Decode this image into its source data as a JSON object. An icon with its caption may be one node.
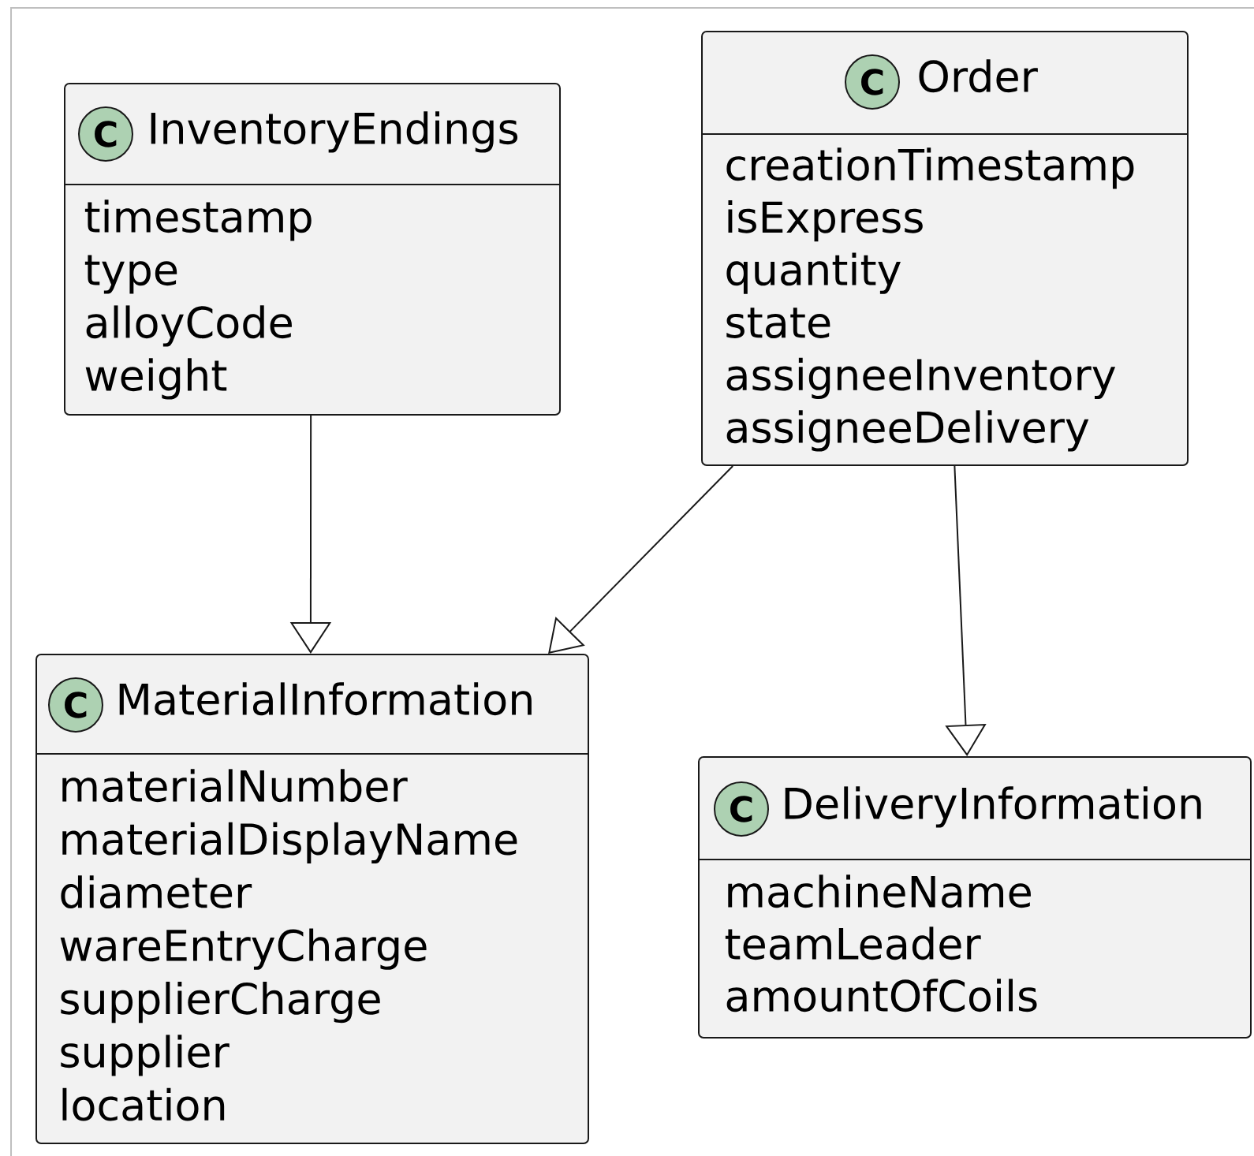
{
  "diagram": {
    "nodes": [
      {
        "text": [
          "C",
          "InventoryEndings",
          "timestamp",
          "type",
          "alloyCode",
          "weight"
        ]
      },
      {
        "text": [
          "C",
          "Order",
          "creationTimestamp",
          "isExpress",
          "quantity",
          "state",
          "assigneeInventory",
          "assigneeDelivery"
        ]
      },
      {
        "text": [
          "C",
          "MaterialInformation",
          "materialNumber",
          "materialDisplayName",
          "diameter",
          "wareEntryCharge",
          "supplierCharge",
          "supplier",
          "location"
        ]
      },
      {
        "text": [
          "C",
          "DeliveryInformation",
          "machineName",
          "teamLeader",
          "amountOfCoils"
        ]
      }
    ],
    "edges": [
      {
        "from": 0,
        "to": 2,
        "arrow": "to"
      },
      {
        "from": 1,
        "to": 2,
        "arrow": "to"
      },
      {
        "from": 1,
        "to": 3,
        "arrow": "to"
      }
    ]
  }
}
